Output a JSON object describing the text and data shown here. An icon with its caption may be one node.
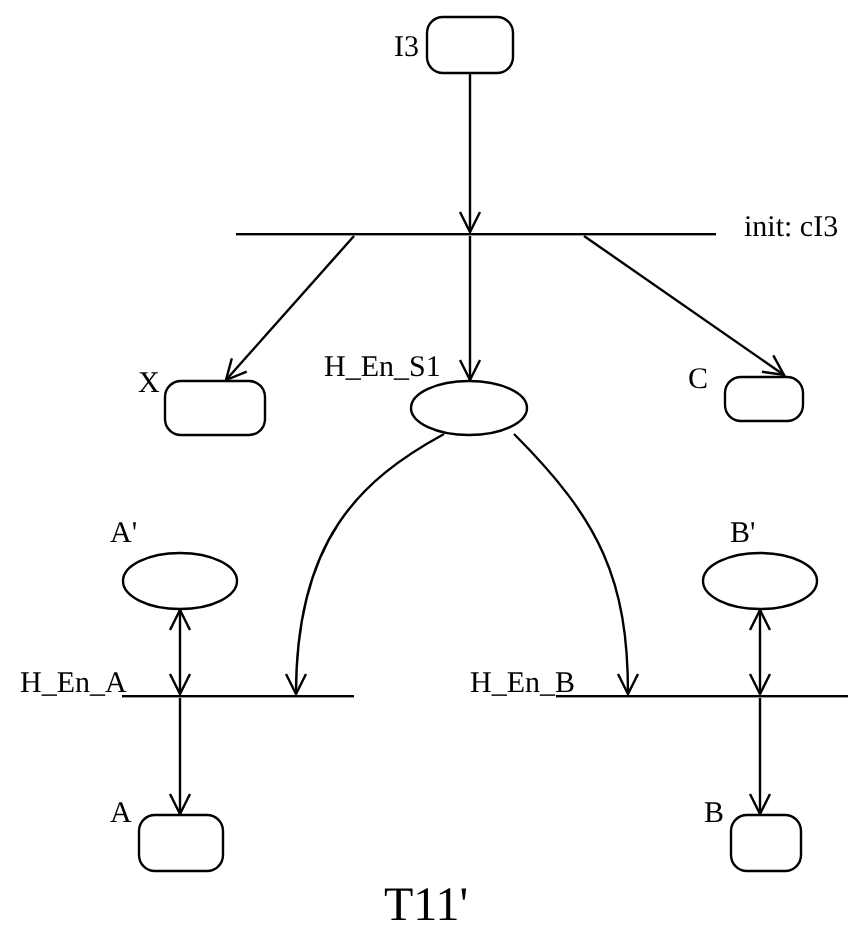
{
  "diagram": {
    "title": "T11'",
    "nodes": [
      {
        "text": [
          "I3"
        ]
      },
      {
        "text": [
          "init: cI3"
        ]
      },
      {
        "text": [
          "X"
        ]
      },
      {
        "text": [
          "H_En_S1"
        ]
      },
      {
        "text": [
          "C"
        ]
      },
      {
        "text": [
          "A'"
        ]
      },
      {
        "text": [
          "H_En_A"
        ]
      },
      {
        "text": [
          "A"
        ]
      },
      {
        "text": [
          "B'"
        ]
      },
      {
        "text": [
          "H_En_B"
        ]
      },
      {
        "text": [
          "B"
        ]
      }
    ],
    "edges": [
      {
        "from": 0,
        "to": 1,
        "arrow": "to"
      },
      {
        "from": 1,
        "to": 2,
        "arrow": "to"
      },
      {
        "from": 1,
        "to": 3,
        "arrow": "to"
      },
      {
        "from": 1,
        "to": 4,
        "arrow": "to"
      },
      {
        "from": 3,
        "to": 6,
        "arrow": "to"
      },
      {
        "from": 3,
        "to": 9,
        "arrow": "to"
      },
      {
        "from": 5,
        "to": 6,
        "arrow": "both"
      },
      {
        "from": 6,
        "to": 7,
        "arrow": "to"
      },
      {
        "from": 8,
        "to": 9,
        "arrow": "both"
      },
      {
        "from": 9,
        "to": 10,
        "arrow": "to"
      }
    ]
  }
}
